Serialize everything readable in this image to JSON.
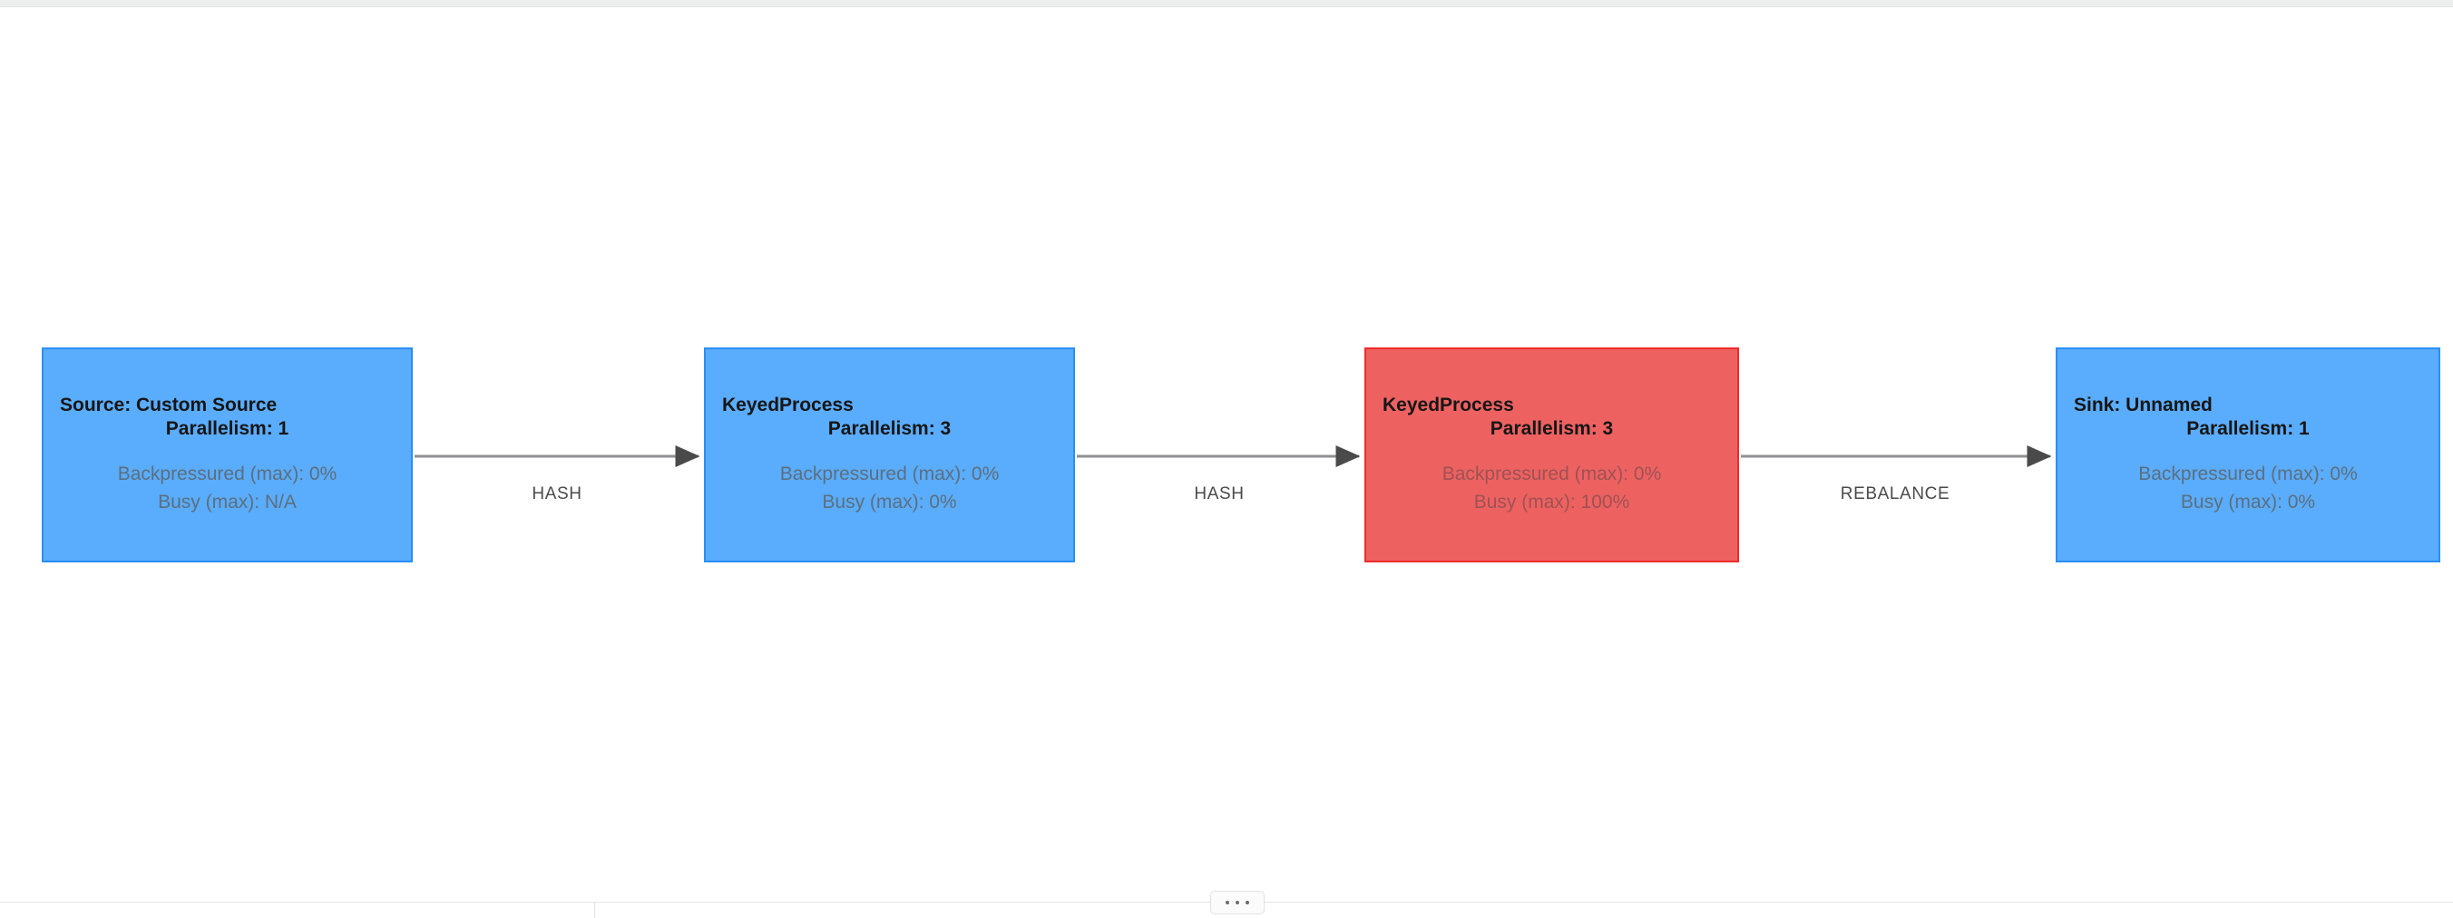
{
  "graph": {
    "nodes": [
      {
        "id": "source",
        "title": "Source: Custom Source",
        "parallelism": "Parallelism: 1",
        "backpressured": "Backpressured (max): 0%",
        "busy": "Busy (max): N/A",
        "state": "normal",
        "color": "#5aacfc"
      },
      {
        "id": "keyedprocess-1",
        "title": "KeyedProcess",
        "parallelism": "Parallelism: 3",
        "backpressured": "Backpressured (max): 0%",
        "busy": "Busy (max): 0%",
        "state": "normal",
        "color": "#5aacfc"
      },
      {
        "id": "keyedprocess-2",
        "title": "KeyedProcess",
        "parallelism": "Parallelism: 3",
        "backpressured": "Backpressured (max): 0%",
        "busy": "Busy (max): 100%",
        "state": "busy",
        "color": "#ee6161"
      },
      {
        "id": "sink",
        "title": "Sink: Unnamed",
        "parallelism": "Parallelism: 1",
        "backpressured": "Backpressured (max): 0%",
        "busy": "Busy (max): 0%",
        "state": "normal",
        "color": "#5aacfc"
      }
    ],
    "edges": [
      {
        "id": "edge-1",
        "label": "HASH"
      },
      {
        "id": "edge-2",
        "label": "HASH"
      },
      {
        "id": "edge-3",
        "label": "REBALANCE"
      }
    ]
  },
  "splitter": {
    "handle_label": "•••"
  }
}
